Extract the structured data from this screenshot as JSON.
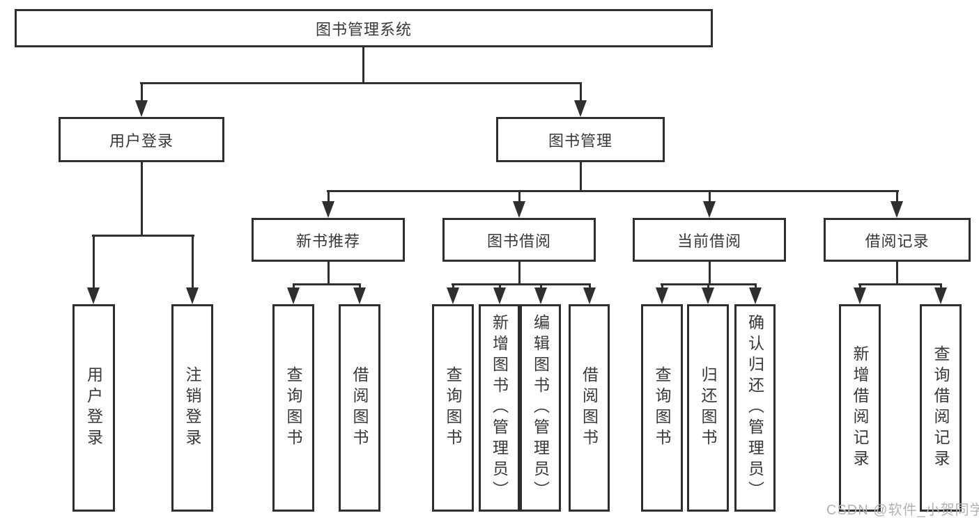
{
  "colors": {
    "line": "#2f2f2f",
    "text": "#383838",
    "watermark": "#b2b2b4",
    "background": "#ffffff"
  },
  "tree": {
    "root": "图书管理系统",
    "children": [
      {
        "label": "用户登录",
        "children": [
          {
            "label": "用户登录"
          },
          {
            "label": "注销登录"
          }
        ]
      },
      {
        "label": "图书管理",
        "children": [
          {
            "label": "新书推荐",
            "children": [
              {
                "label": "查询图书"
              },
              {
                "label": "借阅图书"
              }
            ]
          },
          {
            "label": "图书借阅",
            "children": [
              {
                "label": "查询图书"
              },
              {
                "label": "新增图书（管理员）"
              },
              {
                "label": "编辑图书（管理员）"
              },
              {
                "label": "借阅图书"
              }
            ]
          },
          {
            "label": "当前借阅",
            "children": [
              {
                "label": "查询图书"
              },
              {
                "label": "归还图书"
              },
              {
                "label": "确认归还（管理员）"
              }
            ]
          },
          {
            "label": "借阅记录",
            "children": [
              {
                "label": "新增借阅记录"
              },
              {
                "label": "查询借阅记录"
              }
            ]
          }
        ]
      }
    ]
  },
  "watermark": {
    "text": "CSDN @软件_小贺同学"
  }
}
